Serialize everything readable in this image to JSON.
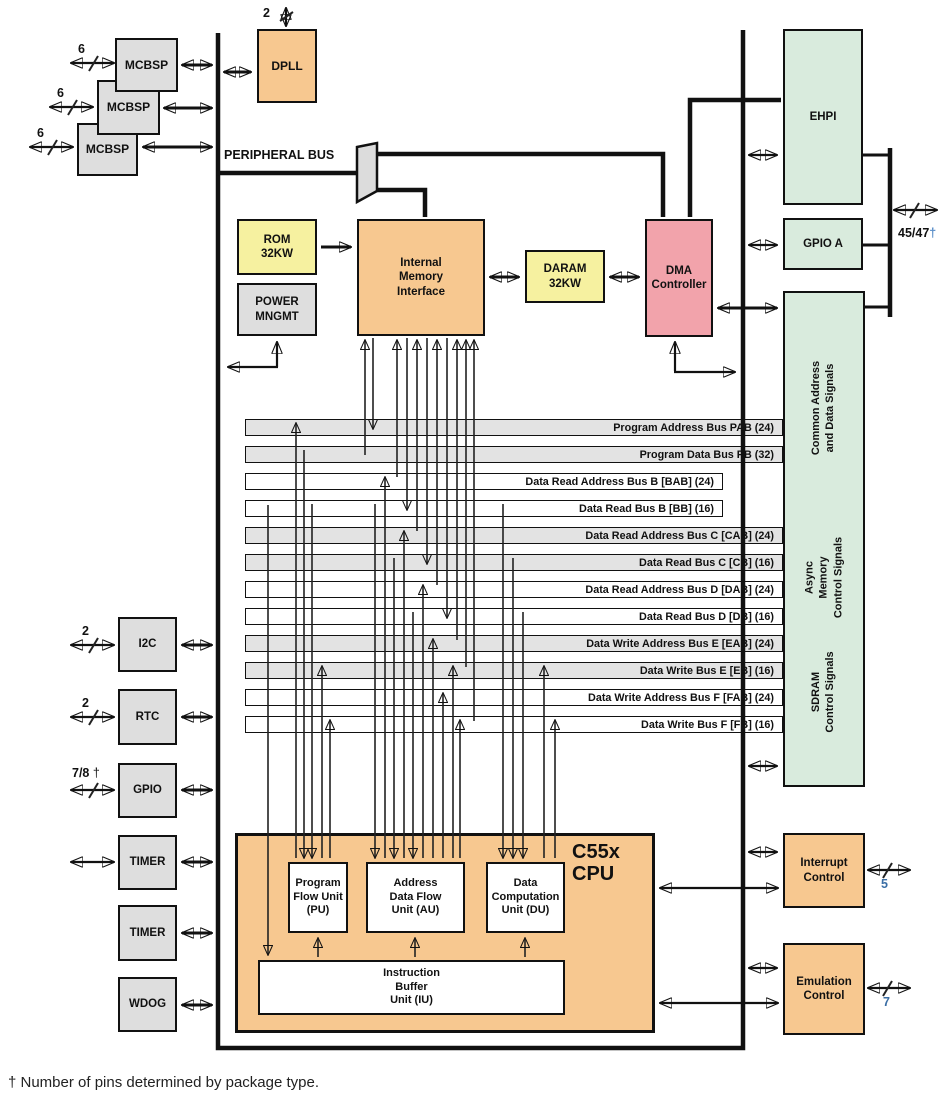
{
  "diagram": {
    "peripheral_bus_label": "PERIPHERAL BUS",
    "cpu_title": "C55x\nCPU",
    "footnote_dagger": "†",
    "footnote_text": " Number of pins determined by package type."
  },
  "blocks": {
    "mcbsp1": "MCBSP",
    "mcbsp2": "MCBSP",
    "mcbsp3": "MCBSP",
    "dpll": "DPLL",
    "rom": "ROM\n32KW",
    "power_mngmt": "POWER\nMNGMT",
    "internal_memory_interface": "Internal\nMemory\nInterface",
    "daram": "DARAM\n32KW",
    "dma_controller": "DMA\nController",
    "ehpi": "EHPI",
    "gpio_a": "GPIO A",
    "signals_common": "Common Address\nand Data Signals",
    "signals_async": "Async\nMemory\nControl Signals",
    "signals_sdram": "SDRAM\nControl Signals",
    "i2c": "I2C",
    "rtc": "RTC",
    "gpio": "GPIO",
    "timer1": "TIMER",
    "timer2": "TIMER",
    "wdog": "WDOG",
    "pu": "Program\nFlow Unit\n(PU)",
    "au": "Address\nData Flow\nUnit (AU)",
    "du": "Data\nComputation\nUnit (DU)",
    "iu": "Instruction\nBuffer\nUnit (IU)",
    "interrupt_control": "Interrupt\nControl",
    "emulation_control": "Emulation\nControl"
  },
  "buses": {
    "rows": [
      "Program Address Bus PAB (24)",
      "Program Data Bus PB (32)",
      "Data Read Address Bus B [BAB] (24)",
      "Data Read Bus B [BB] (16)",
      "Data Read Address Bus C [CAB] (24)",
      "Data Read Bus C [CB] (16)",
      "Data Read Address Bus D [DAB] (24)",
      "Data Read Bus D [DB] (16)",
      "Data Write Address Bus E [EAB] (24)",
      "Data Write Bus E [EB] (16)",
      "Data Write Address Bus F [FAB] (24)",
      "Data Write Bus F [FB] (16)"
    ]
  },
  "pins": {
    "mcbsp1": "6",
    "mcbsp2": "6",
    "mcbsp3": "6",
    "dpll": "2",
    "i2c": "2",
    "rtc": "2",
    "gpio": "7/8",
    "gpio_dagger": "†",
    "host": "45/47",
    "host_dagger": "†",
    "interrupt": "5",
    "emulation": "7"
  },
  "colors": {
    "orange": "#F7C890",
    "yellow": "#F6F1A0",
    "pink": "#F2A3AB",
    "green": "#D9EBDD",
    "gray_block": "#DEDEDE",
    "row_gray": "#E3E3E3",
    "line": "#111111",
    "pin_blue": "#3a6ea5"
  }
}
